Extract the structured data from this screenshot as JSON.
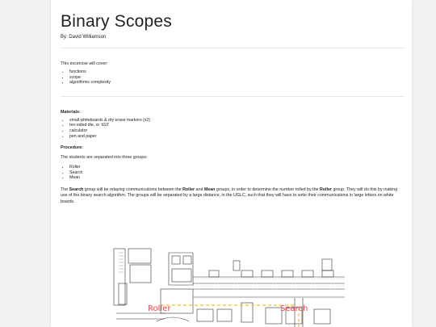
{
  "doc": {
    "title": "Binary Scopes",
    "byline": "By: David Williamson",
    "intro": "This excercise will cover:",
    "cover_items": [
      "functions",
      "scope",
      "algorithmic complexity"
    ],
    "materials_heading": "Materials:",
    "materials": [
      "small whiteboards & dry erase markers (x2)",
      "ten-sided die, or 'd10'",
      "calculator",
      "pen and paper"
    ],
    "procedure_heading": "Procedure:",
    "procedure_intro": "The students are separated into three groups:",
    "groups": [
      "Roller",
      "Search",
      "Mean"
    ],
    "para": {
      "p1": "The ",
      "b1": "Search",
      "p2": " group will be relaying communications between the ",
      "b2": "Roller",
      "p3": " and ",
      "b3": "Mean",
      "p4": " groups, in order to determine the number rolled by the ",
      "b4": "Roller",
      "p5": " group. They will do this by making use of the binary search algorithm. The groups will be separated by a large distance, in the UGLC, such that they will have to write their communications in large letters on white boards."
    }
  },
  "figure": {
    "label_roller": "Roller",
    "label_search": "Search",
    "annotation_color": "#e54848",
    "dash_color": "#f0c020"
  }
}
